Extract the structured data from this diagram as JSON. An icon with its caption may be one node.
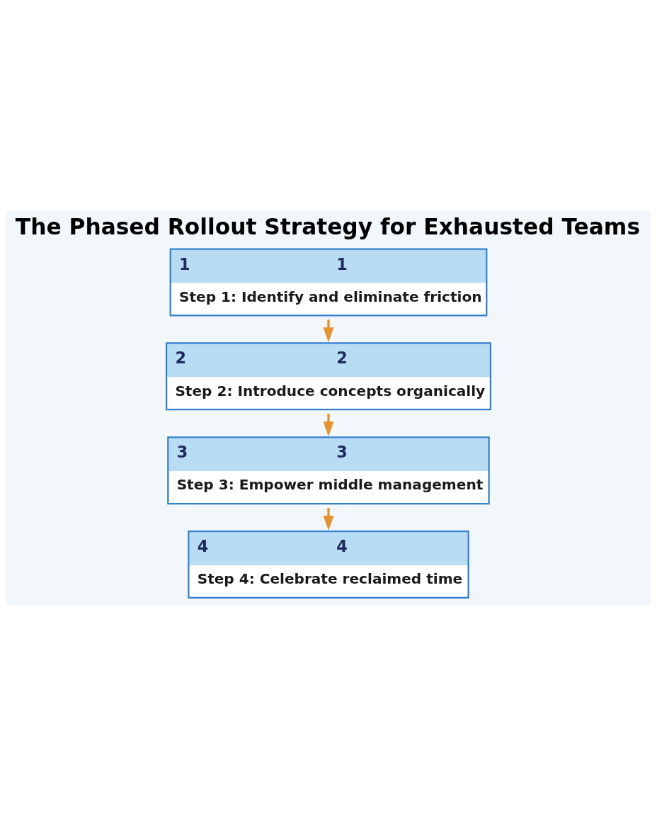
{
  "diagram": {
    "title": "The Phased Rollout Strategy for Exhausted Teams",
    "nodes": [
      {
        "text": [
          "1",
          "1",
          "Step 1: Identify and eliminate friction"
        ]
      },
      {
        "text": [
          "2",
          "2",
          "Step 2: Introduce concepts organically"
        ]
      },
      {
        "text": [
          "3",
          "3",
          "Step 3: Empower middle management"
        ]
      },
      {
        "text": [
          "4",
          "4",
          "Step 4: Celebrate reclaimed time"
        ]
      }
    ],
    "edges": [
      {
        "from": 0,
        "to": 1,
        "arrow": "to"
      },
      {
        "from": 1,
        "to": 2,
        "arrow": "to"
      },
      {
        "from": 2,
        "to": 3,
        "arrow": "to"
      }
    ]
  }
}
